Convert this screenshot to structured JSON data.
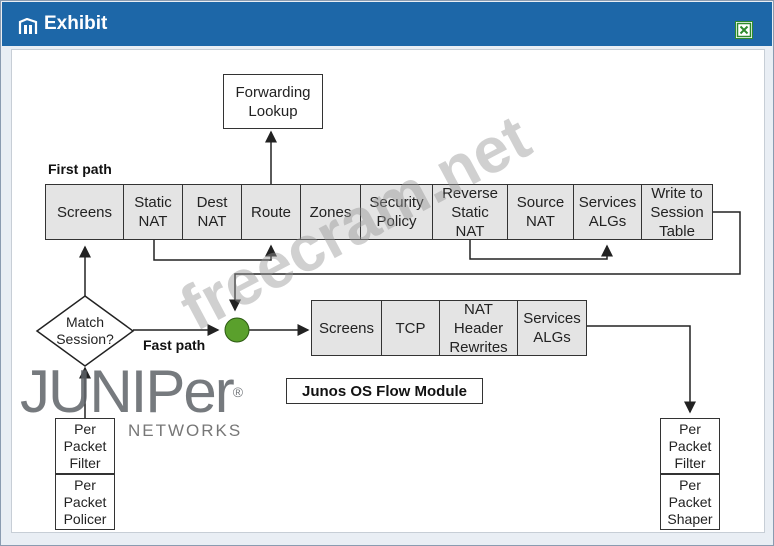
{
  "window": {
    "title": "Exhibit"
  },
  "labels": {
    "first_path": "First path",
    "fast_path": "Fast path"
  },
  "forwarding_lookup": "Forwarding\nLookup",
  "first_path_boxes": [
    "Screens",
    "Static\nNAT",
    "Dest\nNAT",
    "Route",
    "Zones",
    "Security\nPolicy",
    "Reverse\nStatic\nNAT",
    "Source\nNAT",
    "Services\nALGs",
    "Write to\nSession\nTable"
  ],
  "decision": "Match\nSession?",
  "fast_path_boxes": [
    "Screens",
    "TCP",
    "NAT\nHeader\nRewrites",
    "Services\nALGs"
  ],
  "module_label": "Junos OS Flow Module",
  "ingress_boxes": [
    "Per\nPacket\nFilter",
    "Per\nPacket\nPolicer"
  ],
  "egress_boxes": [
    "Per\nPacket\nFilter",
    "Per\nPacket\nShaper"
  ],
  "logo": {
    "name": "JUNIPer",
    "reg": "®",
    "sub": "NETWORKS"
  },
  "watermark": "freecram.net",
  "colors": {
    "titlebar": "#1d67a8",
    "box_fill": "#e4e4e4",
    "junction": "#5aa02c"
  }
}
